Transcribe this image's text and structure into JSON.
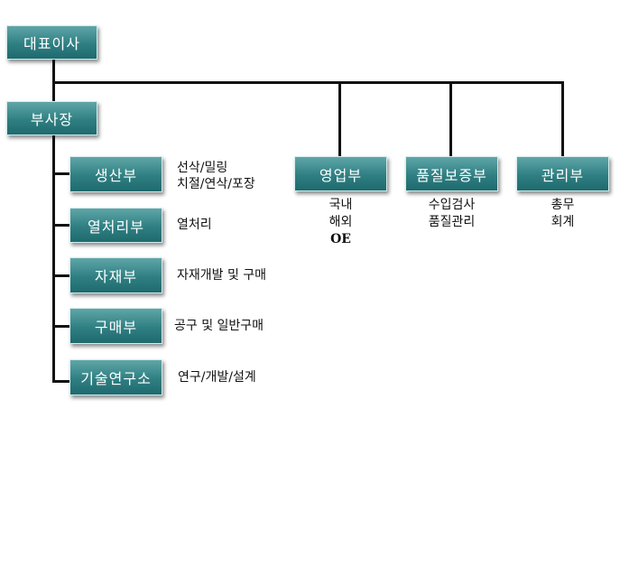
{
  "org_chart": {
    "ceo": "대표이사",
    "vp": "부사장",
    "departments_left": [
      {
        "name": "생산부",
        "tasks": [
          "선삭/밀링",
          "치절/연삭/포장"
        ]
      },
      {
        "name": "열처리부",
        "tasks": [
          "열처리"
        ]
      },
      {
        "name": "자재부",
        "tasks": [
          "자재개발 및 구매"
        ]
      },
      {
        "name": "구매부",
        "tasks": [
          "공구 및 일반구매"
        ]
      },
      {
        "name": "기술연구소",
        "tasks": [
          "연구/개발/설계"
        ]
      }
    ],
    "departments_top": [
      {
        "name": "영업부",
        "tasks": [
          "국내",
          "해외",
          "OE"
        ]
      },
      {
        "name": "품질보증부",
        "tasks": [
          "수입검사",
          "품질관리"
        ]
      },
      {
        "name": "관리부",
        "tasks": [
          "총무",
          "회계"
        ]
      }
    ]
  },
  "colors": {
    "box": "#2f7f82",
    "line": "#111111"
  }
}
